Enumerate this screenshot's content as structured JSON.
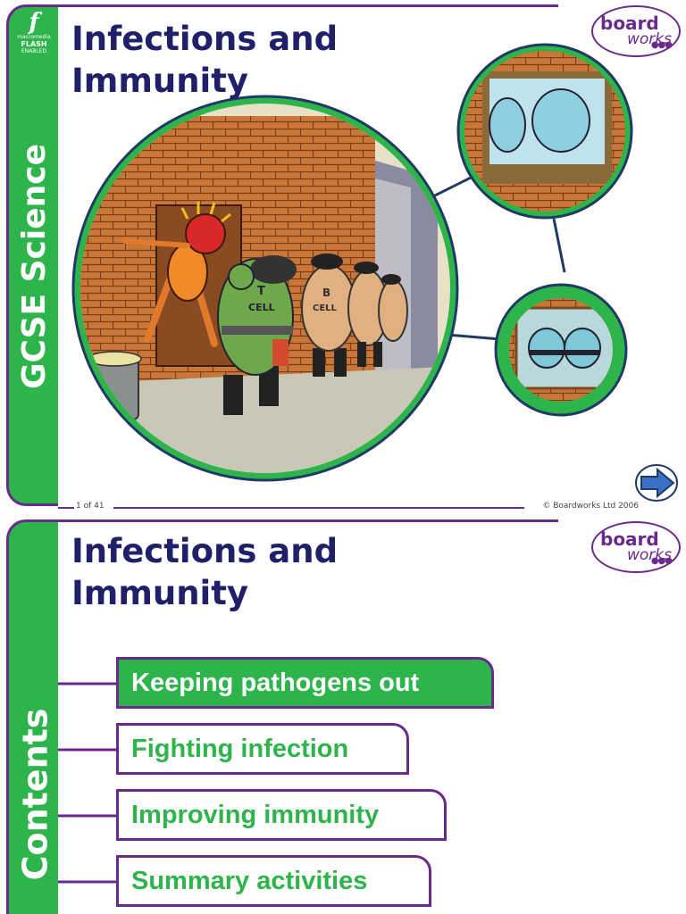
{
  "slide1": {
    "sidebar": {
      "subject": "GCSE Science",
      "flash_badge": {
        "line1": "macromedia",
        "line2": "FLASH",
        "line3": "ENABLED"
      }
    },
    "title_line1": "Infections and",
    "title_line2": "Immunity",
    "logo": {
      "board": "board",
      "works": "works"
    },
    "illustration": {
      "t_cell_label_1": "T",
      "t_cell_label_2": "CELL",
      "b_cell_label_1": "B",
      "b_cell_label_2": "CELL"
    },
    "footer": {
      "page": "1 of 41",
      "copyright": "© Boardworks Ltd 2006"
    },
    "nav": {
      "next_icon": "arrow-right-icon"
    }
  },
  "slide2": {
    "sidebar": {
      "label": "Contents"
    },
    "title_line1": "Infections and",
    "title_line2": "Immunity",
    "logo": {
      "board": "board",
      "works": "works"
    },
    "menu": [
      {
        "label": "Keeping pathogens out",
        "active": true
      },
      {
        "label": "Fighting infection",
        "active": false
      },
      {
        "label": "Improving immunity",
        "active": false
      },
      {
        "label": "Summary activities",
        "active": false
      }
    ]
  },
  "colors": {
    "green": "#2db44a",
    "purple": "#6a2a8c",
    "title": "#1f1f6a",
    "brick": "#c8763a"
  }
}
